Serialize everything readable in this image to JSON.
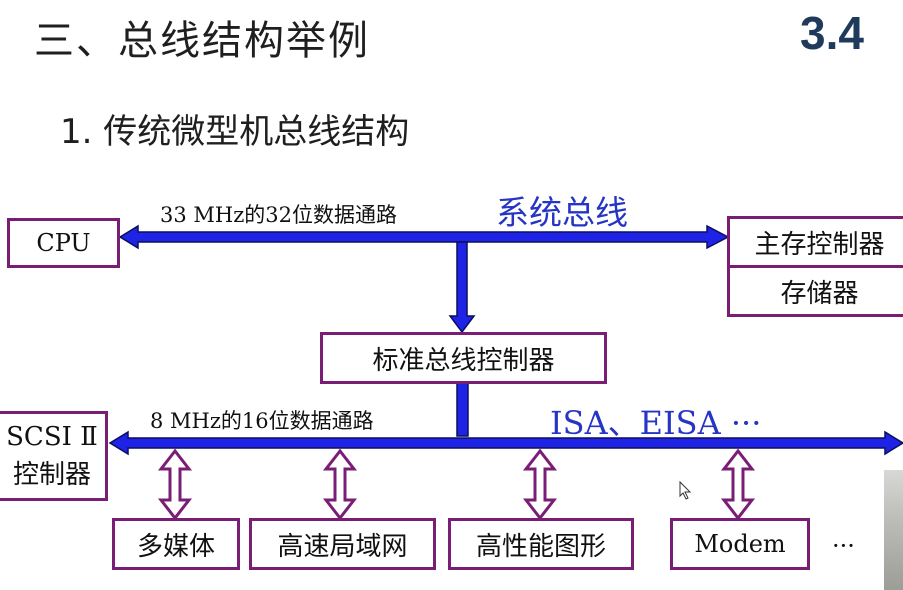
{
  "heading": "三、总线结构举例",
  "section_number": "3.4",
  "subheading": "1. 传统微型机总线结构",
  "system_bus": {
    "name": "系统总线",
    "path_label": "33 MHz的32位数据通路"
  },
  "expansion_bus": {
    "name": "ISA、EISA ···",
    "path_label": "8 MHz的16位数据通路"
  },
  "boxes": {
    "cpu": "CPU",
    "memory_controller": "主存控制器",
    "memory": "存储器",
    "bus_controller": "标准总线控制器",
    "scsi_line1": "SCSI Ⅱ",
    "scsi_line2": "控制器",
    "multimedia": "多媒体",
    "lan": "高速局域网",
    "graphics": "高性能图形",
    "modem": "Modem"
  },
  "ellipsis": "···",
  "colors": {
    "bus": "#1f23e6",
    "bus_outline": "#0a0f5c",
    "box_border": "#7a1d75",
    "blue_text": "#2635c4",
    "section_number": "#1f3a5a"
  },
  "icons": [
    "mouse-cursor-icon"
  ]
}
